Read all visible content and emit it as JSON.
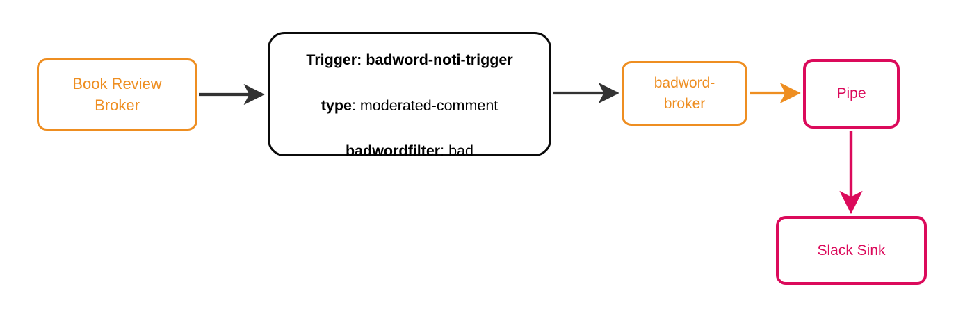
{
  "diagram": {
    "type": "flowchart",
    "direction": "left-to-right",
    "background": "#ffffff",
    "colors": {
      "broker_orange": "#EE8E21",
      "trigger_black": "#0b0b0b",
      "pipe_crimson": "#DB0A5B",
      "edge_dark": "#333333"
    },
    "nodes": [
      {
        "id": "book-review-broker",
        "label": "Book Review\nBroker",
        "shape": "rounded-rect",
        "stroke": "#EE8E21",
        "text_color": "#EE8E21"
      },
      {
        "id": "trigger",
        "shape": "rounded-rect",
        "stroke": "#0b0b0b",
        "text_color": "#000000",
        "lines": [
          {
            "key": "Trigger:",
            "value": "badword-noti-trigger",
            "value_bold": true
          },
          {
            "key": "type",
            "value": ": moderated-comment",
            "value_bold": false
          },
          {
            "key": "badwordfilter",
            "value": ": bad",
            "value_bold": false
          }
        ]
      },
      {
        "id": "badword-broker",
        "label": "badword-\nbroker",
        "shape": "rounded-rect",
        "stroke": "#EE8E21",
        "text_color": "#EE8E21"
      },
      {
        "id": "pipe",
        "label": "Pipe",
        "shape": "rounded-rect",
        "stroke": "#DB0A5B",
        "text_color": "#DB0A5B"
      },
      {
        "id": "slack-sink",
        "label": "Slack Sink",
        "shape": "rounded-rect",
        "stroke": "#DB0A5B",
        "text_color": "#DB0A5B"
      }
    ],
    "edges": [
      {
        "id": "edge-broker-to-trigger",
        "from": "book-review-broker",
        "to": "trigger",
        "color": "#333333",
        "arrowhead": "filled-concave"
      },
      {
        "id": "edge-trigger-to-badword-broker",
        "from": "trigger",
        "to": "badword-broker",
        "color": "#333333",
        "arrowhead": "filled-concave"
      },
      {
        "id": "edge-badword-broker-to-pipe",
        "from": "badword-broker",
        "to": "pipe",
        "color": "#EE8E21",
        "arrowhead": "filled-concave"
      },
      {
        "id": "edge-pipe-to-slack-sink",
        "from": "pipe",
        "to": "slack-sink",
        "color": "#DB0A5B",
        "arrowhead": "filled-concave"
      }
    ]
  }
}
